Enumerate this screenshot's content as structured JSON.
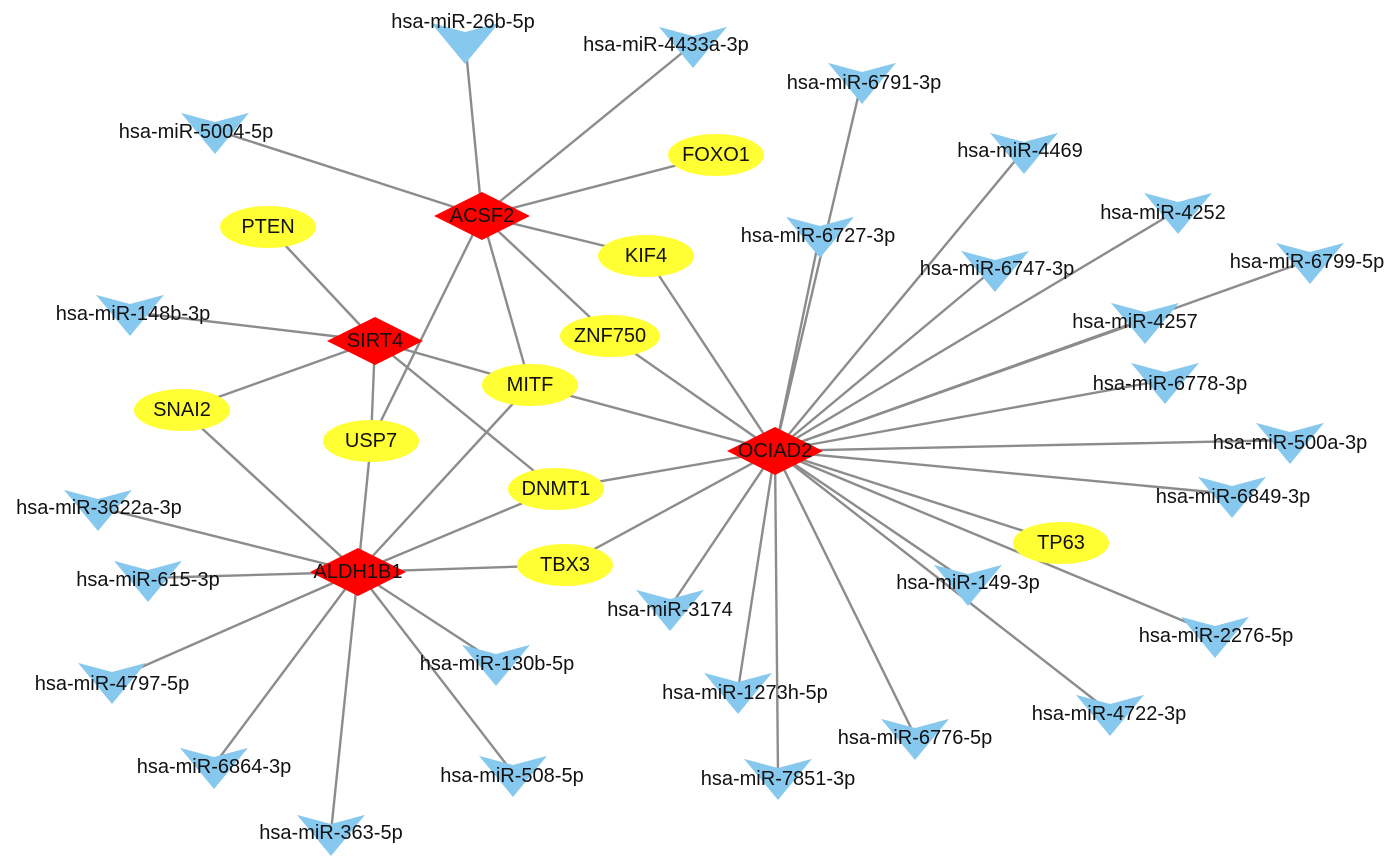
{
  "colors": {
    "hub": "#ff0000",
    "gene": "#ffff33",
    "mirna": "#87c8ee",
    "edge": "#8c8c8c",
    "text": "#111111"
  },
  "legend": [],
  "nodes": [
    {
      "id": "ACSF2",
      "label": "ACSF2",
      "kind": "hub"
    },
    {
      "id": "SIRT4",
      "label": "SIRT4",
      "kind": "hub"
    },
    {
      "id": "ALDH1B1",
      "label": "ALDH1B1",
      "kind": "hub"
    },
    {
      "id": "OCIAD2",
      "label": "OCIAD2",
      "kind": "hub"
    },
    {
      "id": "FOXO1",
      "label": "FOXO1",
      "kind": "gene"
    },
    {
      "id": "PTEN",
      "label": "PTEN",
      "kind": "gene"
    },
    {
      "id": "KIF4",
      "label": "KIF4",
      "kind": "gene"
    },
    {
      "id": "ZNF750",
      "label": "ZNF750",
      "kind": "gene"
    },
    {
      "id": "MITF",
      "label": "MITF",
      "kind": "gene"
    },
    {
      "id": "SNAI2",
      "label": "SNAI2",
      "kind": "gene"
    },
    {
      "id": "USP7",
      "label": "USP7",
      "kind": "gene"
    },
    {
      "id": "DNMT1",
      "label": "DNMT1",
      "kind": "gene"
    },
    {
      "id": "TBX3",
      "label": "TBX3",
      "kind": "gene"
    },
    {
      "id": "TP63",
      "label": "TP63",
      "kind": "gene"
    },
    {
      "id": "m26b5p",
      "label": "hsa-miR-26b-5p",
      "kind": "mirna"
    },
    {
      "id": "m4433a3p",
      "label": "hsa-miR-4433a-3p",
      "kind": "mirna"
    },
    {
      "id": "m5004",
      "label": "hsa-miR-5004-5p",
      "kind": "mirna"
    },
    {
      "id": "m6791",
      "label": "hsa-miR-6791-3p",
      "kind": "mirna"
    },
    {
      "id": "m4469",
      "label": "hsa-miR-4469",
      "kind": "mirna"
    },
    {
      "id": "m4252",
      "label": "hsa-miR-4252",
      "kind": "mirna"
    },
    {
      "id": "m6727",
      "label": "hsa-miR-6727-3p",
      "kind": "mirna"
    },
    {
      "id": "m6747",
      "label": "hsa-miR-6747-3p",
      "kind": "mirna"
    },
    {
      "id": "m6799",
      "label": "hsa-miR-6799-5p",
      "kind": "mirna"
    },
    {
      "id": "m4257",
      "label": "hsa-miR-4257",
      "kind": "mirna"
    },
    {
      "id": "m148b",
      "label": "hsa-miR-148b-3p",
      "kind": "mirna"
    },
    {
      "id": "m6778",
      "label": "hsa-miR-6778-3p",
      "kind": "mirna"
    },
    {
      "id": "m500a",
      "label": "hsa-miR-500a-3p",
      "kind": "mirna"
    },
    {
      "id": "m6849",
      "label": "hsa-miR-6849-3p",
      "kind": "mirna"
    },
    {
      "id": "m3622a",
      "label": "hsa-miR-3622a-3p",
      "kind": "mirna"
    },
    {
      "id": "m615",
      "label": "hsa-miR-615-3p",
      "kind": "mirna"
    },
    {
      "id": "m149",
      "label": "hsa-miR-149-3p",
      "kind": "mirna"
    },
    {
      "id": "m3174",
      "label": "hsa-miR-3174",
      "kind": "mirna"
    },
    {
      "id": "m2276",
      "label": "hsa-miR-2276-5p",
      "kind": "mirna"
    },
    {
      "id": "m130b",
      "label": "hsa-miR-130b-5p",
      "kind": "mirna"
    },
    {
      "id": "m4797",
      "label": "hsa-miR-4797-5p",
      "kind": "mirna"
    },
    {
      "id": "m1273h",
      "label": "hsa-miR-1273h-5p",
      "kind": "mirna"
    },
    {
      "id": "m4722",
      "label": "hsa-miR-4722-3p",
      "kind": "mirna"
    },
    {
      "id": "m6776",
      "label": "hsa-miR-6776-5p",
      "kind": "mirna"
    },
    {
      "id": "m6864",
      "label": "hsa-miR-6864-3p",
      "kind": "mirna"
    },
    {
      "id": "m508",
      "label": "hsa-miR-508-5p",
      "kind": "mirna"
    },
    {
      "id": "m7851",
      "label": "hsa-miR-7851-3p",
      "kind": "mirna"
    },
    {
      "id": "m363",
      "label": "hsa-miR-363-5p",
      "kind": "mirna"
    }
  ],
  "edges": [
    [
      "ACSF2",
      "m26b5p"
    ],
    [
      "ACSF2",
      "m4433a3p"
    ],
    [
      "ACSF2",
      "m5004"
    ],
    [
      "ACSF2",
      "FOXO1"
    ],
    [
      "ACSF2",
      "KIF4"
    ],
    [
      "ACSF2",
      "ZNF750"
    ],
    [
      "ACSF2",
      "MITF"
    ],
    [
      "ACSF2",
      "USP7"
    ],
    [
      "SIRT4",
      "PTEN"
    ],
    [
      "SIRT4",
      "m148b"
    ],
    [
      "SIRT4",
      "SNAI2"
    ],
    [
      "SIRT4",
      "USP7"
    ],
    [
      "SIRT4",
      "MITF"
    ],
    [
      "SIRT4",
      "DNMT1"
    ],
    [
      "ALDH1B1",
      "SNAI2"
    ],
    [
      "ALDH1B1",
      "USP7"
    ],
    [
      "ALDH1B1",
      "MITF"
    ],
    [
      "ALDH1B1",
      "DNMT1"
    ],
    [
      "ALDH1B1",
      "TBX3"
    ],
    [
      "ALDH1B1",
      "m3622a"
    ],
    [
      "ALDH1B1",
      "m615"
    ],
    [
      "ALDH1B1",
      "m4797"
    ],
    [
      "ALDH1B1",
      "m6864"
    ],
    [
      "ALDH1B1",
      "m363"
    ],
    [
      "ALDH1B1",
      "m508"
    ],
    [
      "ALDH1B1",
      "m130b"
    ],
    [
      "OCIAD2",
      "KIF4"
    ],
    [
      "OCIAD2",
      "ZNF750"
    ],
    [
      "OCIAD2",
      "MITF"
    ],
    [
      "OCIAD2",
      "DNMT1"
    ],
    [
      "OCIAD2",
      "TBX3"
    ],
    [
      "OCIAD2",
      "TP63"
    ],
    [
      "OCIAD2",
      "m6791"
    ],
    [
      "OCIAD2",
      "m6727"
    ],
    [
      "OCIAD2",
      "m4469"
    ],
    [
      "OCIAD2",
      "m4252"
    ],
    [
      "OCIAD2",
      "m6747"
    ],
    [
      "OCIAD2",
      "m6799"
    ],
    [
      "OCIAD2",
      "m4257"
    ],
    [
      "OCIAD2",
      "m6778"
    ],
    [
      "OCIAD2",
      "m500a"
    ],
    [
      "OCIAD2",
      "m6849"
    ],
    [
      "OCIAD2",
      "m149"
    ],
    [
      "OCIAD2",
      "m2276"
    ],
    [
      "OCIAD2",
      "m4722"
    ],
    [
      "OCIAD2",
      "m6776"
    ],
    [
      "OCIAD2",
      "m7851"
    ],
    [
      "OCIAD2",
      "m1273h"
    ],
    [
      "OCIAD2",
      "m3174"
    ]
  ]
}
